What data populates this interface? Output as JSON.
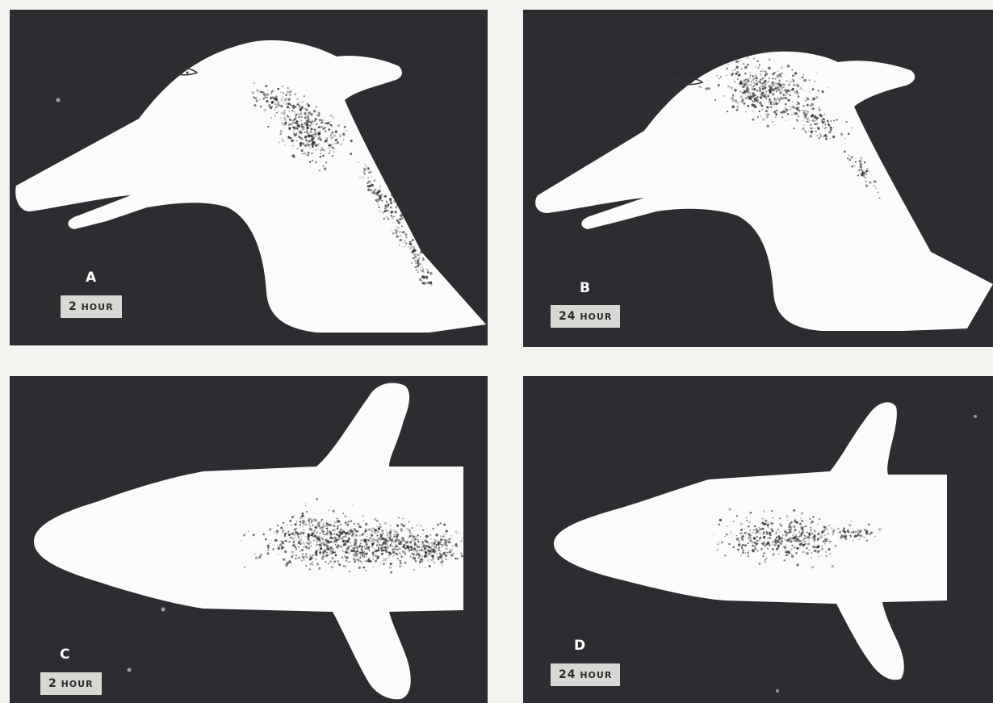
{
  "panels": [
    {
      "id": "A",
      "letter": "A",
      "time_number": "2",
      "time_unit": "HOUR",
      "view": "lateral"
    },
    {
      "id": "B",
      "letter": "B",
      "time_number": "24",
      "time_unit": "HOUR",
      "view": "lateral"
    },
    {
      "id": "C",
      "letter": "C",
      "time_number": "2",
      "time_unit": "HOUR",
      "view": "dorsal"
    },
    {
      "id": "D",
      "letter": "D",
      "time_number": "24",
      "time_unit": "HOUR",
      "view": "dorsal"
    }
  ],
  "colors": {
    "background": "#2c2d31",
    "silhouette": "#fbfbfa",
    "stain": "#2b2b2b",
    "label_box": "#d8d7d3",
    "page": "#f3f2ef"
  }
}
